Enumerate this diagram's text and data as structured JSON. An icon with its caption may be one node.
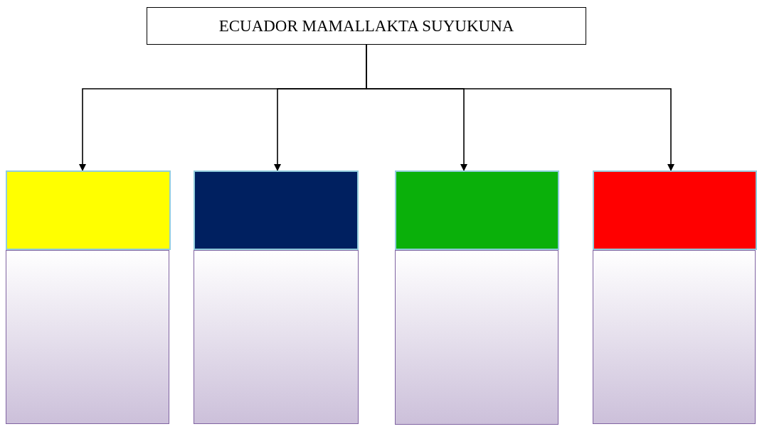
{
  "diagram": {
    "nodes": [
      {
        "text": [
          "ECUADOR MAMALLAKTA SUYUKUNA"
        ]
      },
      {
        "text": [],
        "shape": "box"
      },
      {
        "text": [],
        "shape": "box"
      },
      {
        "text": [],
        "shape": "box"
      },
      {
        "text": [],
        "shape": "box"
      },
      {
        "text": [],
        "shape": "box"
      },
      {
        "text": [],
        "shape": "box"
      },
      {
        "text": [],
        "shape": "box"
      },
      {
        "text": [],
        "shape": "box"
      }
    ],
    "edges": [
      {
        "from": 0,
        "to": 1,
        "arrow": "to"
      },
      {
        "from": 0,
        "to": 2,
        "arrow": "to"
      },
      {
        "from": 0,
        "to": 3,
        "arrow": "to"
      },
      {
        "from": 0,
        "to": 4,
        "arrow": "to"
      }
    ]
  }
}
